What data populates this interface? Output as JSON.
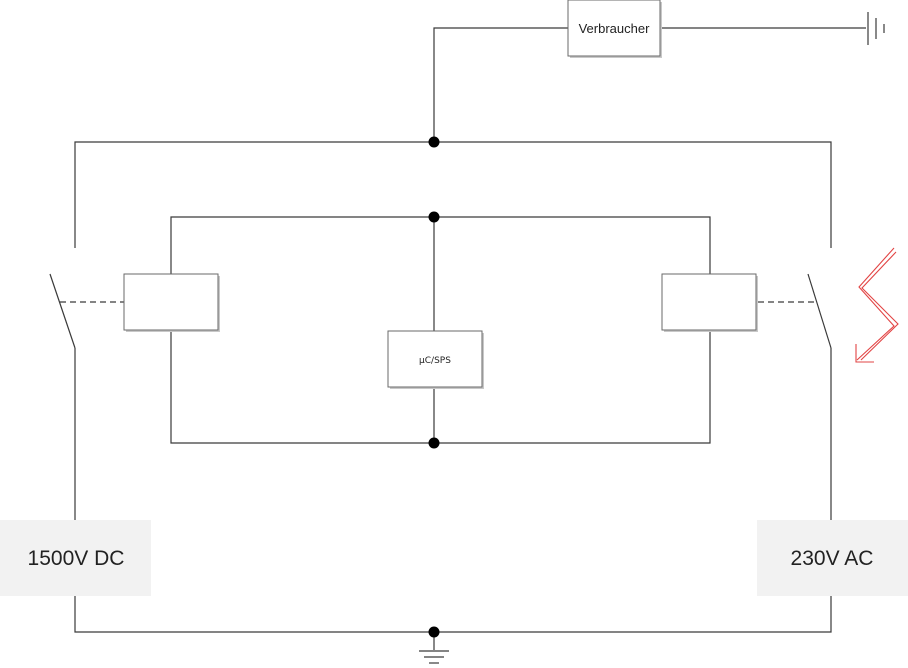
{
  "load_label": "Verbraucher",
  "controller_label": "µC/SPS",
  "dc_source_label": "1500V DC",
  "ac_source_label": "230V AC",
  "colors": {
    "wire": "#3a3a3a",
    "node": "#000000",
    "source_box": "#f2f2f2",
    "fault_arrow": "#e24444"
  },
  "icons": [
    "ground-symbol",
    "earth-symbol",
    "switch-symbol",
    "lightning-arrow"
  ]
}
